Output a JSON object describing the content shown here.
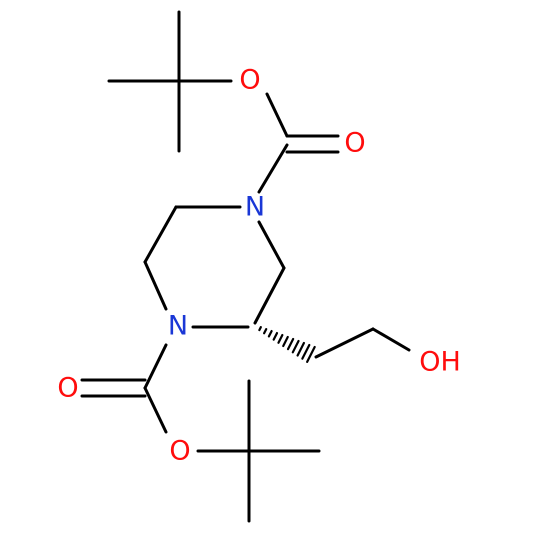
{
  "molecule": {
    "colors": {
      "bond": "#000000",
      "oxygen": "#ff0d0d",
      "nitrogen": "#1a37d6"
    },
    "atoms": {
      "O_ester_top": "O",
      "O_carbonyl_top": "O",
      "N_top": "N",
      "N_bottom": "N",
      "O_carbonyl_bottom": "O",
      "O_ester_bottom": "O",
      "OH": "OH"
    }
  }
}
